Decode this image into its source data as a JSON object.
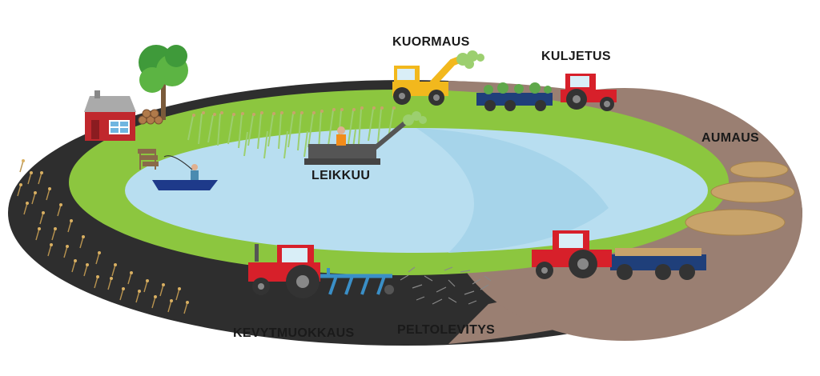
{
  "labels": {
    "kuormaus": "KUORMAUS",
    "kuljetus": "KULJETUS",
    "aumaus": "AUMAUS",
    "leikkuu": "LEIKKUU",
    "kevytmuokkaus": "KEVYTMUOKKAUS",
    "peltolevitys": "PELTOLEVITYS"
  },
  "colors": {
    "grass": "#8cc63f",
    "lake": "#b8def0",
    "lake_deep": "#a6d4ea",
    "soil_dark": "#2e2e2e",
    "soil_brown": "#9a7f72",
    "tractor_red": "#d7202a",
    "loader_yellow": "#f2b81d",
    "trailer_blue": "#1f3f7a",
    "boat_blue": "#1e3a8a",
    "house_red": "#c0282d",
    "reed": "#9ccf6f",
    "straw": "#c8a36a"
  }
}
